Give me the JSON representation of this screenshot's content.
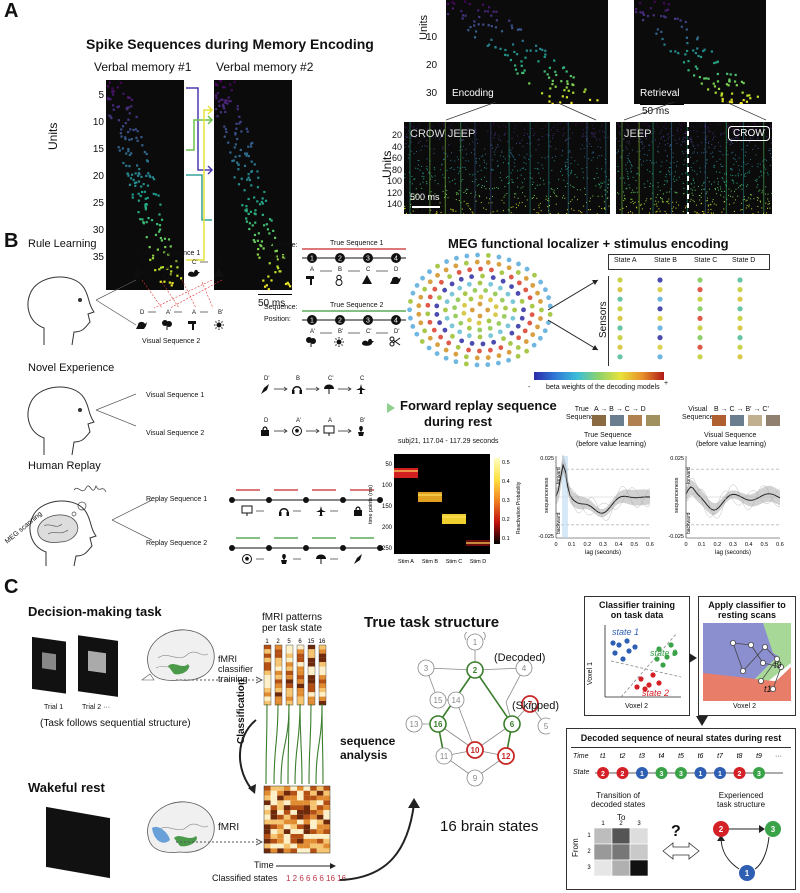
{
  "panelA": {
    "letter": "A",
    "title": "Spike Sequences during Memory Encoding",
    "mem1": "Verbal memory #1",
    "mem2": "Verbal memory #2",
    "units_label": "Units",
    "left_ticks": [
      "5",
      "10",
      "15",
      "20",
      "25",
      "30",
      "35"
    ],
    "scale_left": "50 ms",
    "enc_label": "Encoding",
    "ret_label": "Retrieval",
    "top_ticks": [
      "10",
      "20",
      "30"
    ],
    "scale_right": "50 ms",
    "crow_jeep": "CROW JEEP",
    "jeep": "JEEP",
    "crow": "CROW",
    "bottom_ticks": [
      "20",
      "40",
      "60",
      "80",
      "100",
      "120",
      "140"
    ],
    "scale_bottom": "500 ms"
  },
  "panelB": {
    "letter": "B",
    "rule_learning": "Rule Learning",
    "novel_experience": "Novel Experience",
    "human_replay": "Human Replay",
    "meg_scanning": "MEG scanning",
    "visual_seq1": "Visual Sequence 1",
    "visual_seq2": "Visual Sequence 2",
    "seq_label": "Sequence:",
    "pos_label": "Position:",
    "true_seq1": "True Sequence 1",
    "true_seq2": "True Sequence 2",
    "positions": [
      "1",
      "2",
      "3",
      "4"
    ],
    "row1_letters": [
      "D'",
      "B",
      "C'",
      "C"
    ],
    "row2_letters": [
      "D",
      "A'",
      "A",
      "B'"
    ],
    "true1_letters": [
      "A",
      "B",
      "C",
      "D"
    ],
    "true2_letters": [
      "A'",
      "B'",
      "C'",
      "D'"
    ],
    "replay_seq1": "Replay Sequence 1",
    "replay_seq2": "Replay Sequence 2",
    "meg_title": "MEG functional localizer + stimulus encoding",
    "sensors": "Sensors",
    "states": [
      "State A",
      "State B",
      "State C",
      "State D"
    ],
    "colorbar_label": "beta weights of the decoding models",
    "cb_min": "-",
    "cb_max": "+",
    "replay_title_1": "Forward replay sequence",
    "replay_title_2": "during rest",
    "subj": "subj21, 117.04 - 117.29 seconds",
    "heat_ylabel": "time points (ms)",
    "heat_yticks": [
      "50",
      "100",
      "150",
      "200",
      "250"
    ],
    "heat_xticks": [
      "Stim A",
      "Stim B",
      "Stim C",
      "Stim D"
    ],
    "cb_ticks": [
      "0.5",
      "0.4",
      "0.3",
      "0.2",
      "0.1"
    ],
    "cb_title": "Reactivation Probability",
    "true_sequence_label": "True\nSequence",
    "visual_sequence_label": "Visual\nSequence",
    "ts_seq": "A → B → C → D",
    "vs_seq": "B → C → B' → C'",
    "plot1_title": "True Sequence",
    "plot1_sub": "(before value learning)",
    "plot2_title": "Visual Sequence",
    "plot2_sub": "(before value learning)",
    "y_top": "0.025",
    "y_bot": "-0.025",
    "forward": "forward",
    "backward": "backward",
    "sequenceness": "sequenceness",
    "lag": "lag (seconds)",
    "lag_ticks": [
      "0",
      "0.1",
      "0.2",
      "0.3",
      "0.4",
      "0.5",
      "0.6"
    ]
  },
  "panelC": {
    "letter": "C",
    "decision_task": "Decision-making task",
    "trial1": "Trial 1",
    "trial2": "Trial 2 ···",
    "task_note": "(Task follows sequential structure)",
    "fmri_classifier": "fMRI\nclassifier\ntraining",
    "fmri_patterns_1": "fMRI patterns",
    "fmri_patterns_2": "per task state",
    "pattern_cols": [
      "1",
      "2",
      "5",
      "6",
      "15",
      "16"
    ],
    "wakeful_rest": "Wakeful rest",
    "fmri": "fMRI",
    "classification": "Classification",
    "time": "Time",
    "classified_states": "Classified states",
    "classified_seq": "1 2 6 6 6 6 16 16",
    "sequence_analysis": "sequence\nanalysis",
    "true_task_structure": "True task structure",
    "decoded": "(Decoded)",
    "skipped": "(Skipped)",
    "brain_states": "16 brain states",
    "classifier_training": "Classifier training\non task data",
    "apply_classifier": "Apply classifier to\nresting scans",
    "voxel1": "Voxel 1",
    "voxel2": "Voxel 2",
    "state1": "state 1",
    "state2": "state 2",
    "state3": "state 3",
    "t9": "t9",
    "t1": "t1",
    "decoded_seq_title": "Decoded sequence of neural states during rest",
    "time_label": "Time",
    "state_label": "State",
    "t_labels": [
      "t1",
      "t2",
      "t3",
      "t4",
      "t5",
      "t6",
      "t7",
      "t8",
      "t9",
      "···"
    ],
    "state_seq": [
      "2",
      "2",
      "1",
      "3",
      "3",
      "1",
      "1",
      "2",
      "3"
    ],
    "transition_title": "Transition of\ndecoded states",
    "to_label": "To",
    "from_label": "From",
    "tm_labels": [
      "1",
      "2",
      "3"
    ],
    "experienced": "Experienced\ntask structure",
    "question": "?"
  },
  "colors": {
    "state1": "#2f5fb3",
    "state2": "#d42027",
    "state3": "#3aa348",
    "green_line": "#3a7d2c",
    "red_line": "#c62828"
  }
}
